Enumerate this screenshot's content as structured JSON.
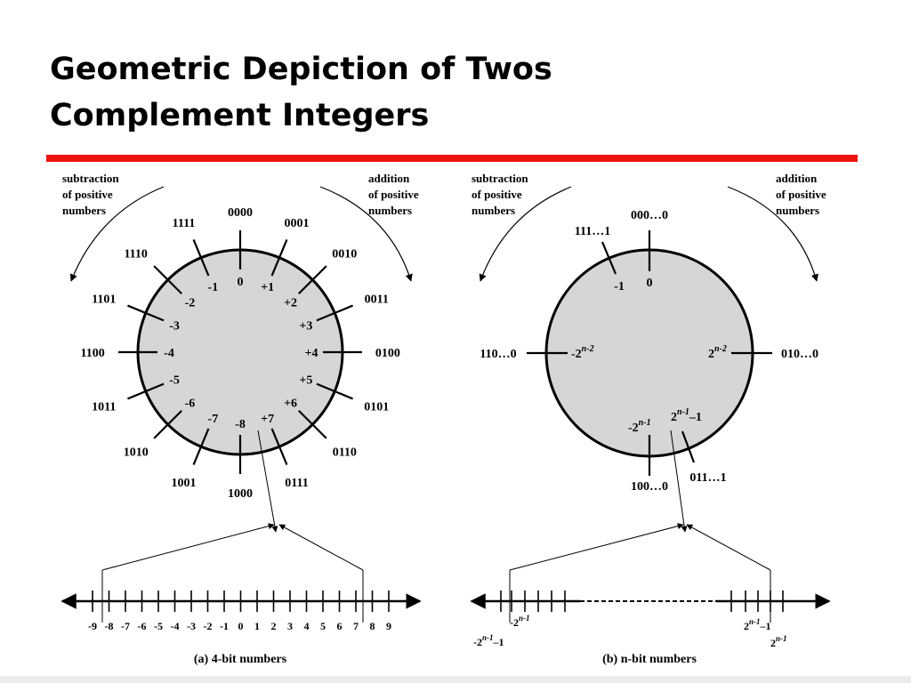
{
  "title": {
    "line1": "Geometric Depiction of Twos",
    "line2": "Complement Integers"
  },
  "colors": {
    "rule": "#ee1111",
    "circle_fill": "#d6d6d6",
    "ink": "#000000"
  },
  "diagram_a": {
    "sub_label": [
      "subtraction",
      "of positive",
      "numbers"
    ],
    "add_label": [
      "addition",
      "of positive",
      "numbers"
    ],
    "patterns": [
      "0000",
      "0001",
      "0010",
      "0011",
      "0100",
      "0101",
      "0110",
      "0111",
      "1000",
      "1001",
      "1010",
      "1011",
      "1100",
      "1101",
      "1110",
      "1111"
    ],
    "values": [
      "0",
      "+1",
      "+2",
      "+3",
      "+4",
      "+5",
      "+6",
      "+7",
      "-8",
      "-7",
      "-6",
      "-5",
      "-4",
      "-3",
      "-2",
      "-1"
    ],
    "number_line": [
      "-9",
      "-8",
      "-7",
      "-6",
      "-5",
      "-4",
      "-3",
      "-2",
      "-1",
      "0",
      "1",
      "2",
      "3",
      "4",
      "5",
      "6",
      "7",
      "8",
      "9"
    ],
    "caption": "(a) 4-bit numbers"
  },
  "diagram_b": {
    "sub_label": [
      "subtraction",
      "of positive",
      "numbers"
    ],
    "add_label": [
      "addition",
      "of positive",
      "numbers"
    ],
    "patterns": {
      "top": "000…0",
      "minus_one": "111…1",
      "left": "110…0",
      "right": "010…0",
      "bottom": "100…0",
      "bottom_right": "011…1"
    },
    "values": {
      "zero": "0",
      "minus_one": "-1",
      "left_base": "-2",
      "left_exp": "n-2",
      "right_base": "2",
      "right_exp": "n-2",
      "min_base": "-2",
      "min_exp": "n-1",
      "max_base": "2",
      "max_exp": "n-1",
      "max_tail": "–1"
    },
    "line_labels": {
      "minus_base": "-2",
      "minus_exp": "n-1",
      "minus1_base": "-2",
      "minus1_exp": "n-1",
      "minus1_tail": "–1",
      "max_base": "2",
      "max_exp": "n-1",
      "max_tail": "–1",
      "plus_base": "2",
      "plus_exp": "n-1"
    },
    "caption": "(b) n-bit numbers"
  }
}
